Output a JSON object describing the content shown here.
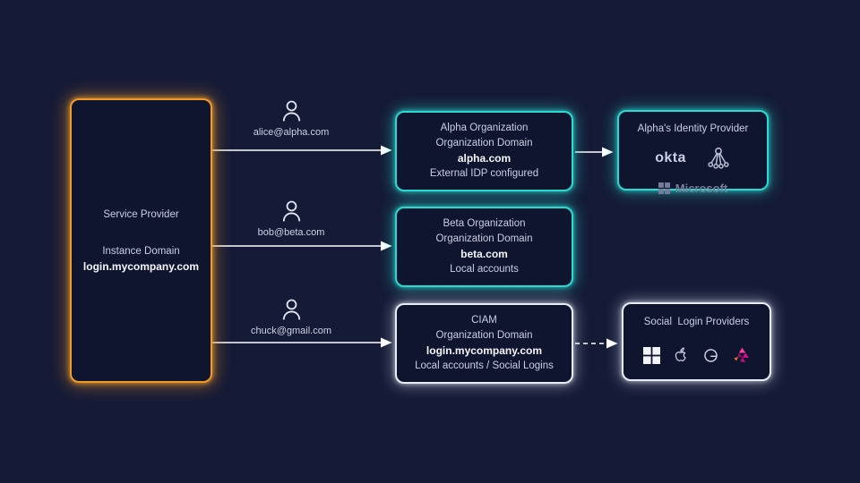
{
  "canvas": {
    "background": "#151a36",
    "box_fill": "#10152f"
  },
  "colors": {
    "orange_border": "#f09b27",
    "teal_border": "#2bd9d0",
    "white_border": "#e8ecf7",
    "text": "#c9cee2",
    "text_bold": "#f4f6fb",
    "arrow": "#ffffff"
  },
  "service_provider": {
    "title": "Service Provider",
    "domain_label": "Instance Domain",
    "domain": "login.mycompany.com"
  },
  "users": [
    {
      "email": "alice@alpha.com"
    },
    {
      "email": "bob@beta.com"
    },
    {
      "email": "chuck@gmail.com"
    }
  ],
  "organizations": [
    {
      "title": "Alpha Organization",
      "domain_label": "Organization Domain",
      "domain": "alpha.com",
      "note": "External IDP configured"
    },
    {
      "title": "Beta Organization",
      "domain_label": "Organization Domain",
      "domain": "beta.com",
      "note": "Local accounts"
    },
    {
      "title": "CIAM",
      "domain_label": "Organization Domain",
      "domain": "login.mycompany.com",
      "note": "Local accounts / Social Logins"
    }
  ],
  "identity_provider": {
    "title": "Alpha's Identity Provider",
    "okta_label": "okta",
    "microsoft_label": "Microsoft",
    "icons": [
      "okta-logo",
      "directory-tree-icon",
      "microsoft-logo"
    ]
  },
  "social_providers": {
    "title": "Social  Login Providers",
    "icons": [
      "microsoft-icon",
      "apple-icon",
      "google-icon",
      "abstract-social-icon"
    ]
  },
  "connections": [
    {
      "from": "service-provider",
      "to": "alpha-organization",
      "style": "solid",
      "label": "alice@alpha.com"
    },
    {
      "from": "service-provider",
      "to": "beta-organization",
      "style": "solid",
      "label": "bob@beta.com"
    },
    {
      "from": "service-provider",
      "to": "ciam-organization",
      "style": "solid",
      "label": "chuck@gmail.com"
    },
    {
      "from": "alpha-organization",
      "to": "alphas-identity-provider",
      "style": "solid"
    },
    {
      "from": "ciam-organization",
      "to": "social-login-providers",
      "style": "dashed"
    }
  ]
}
